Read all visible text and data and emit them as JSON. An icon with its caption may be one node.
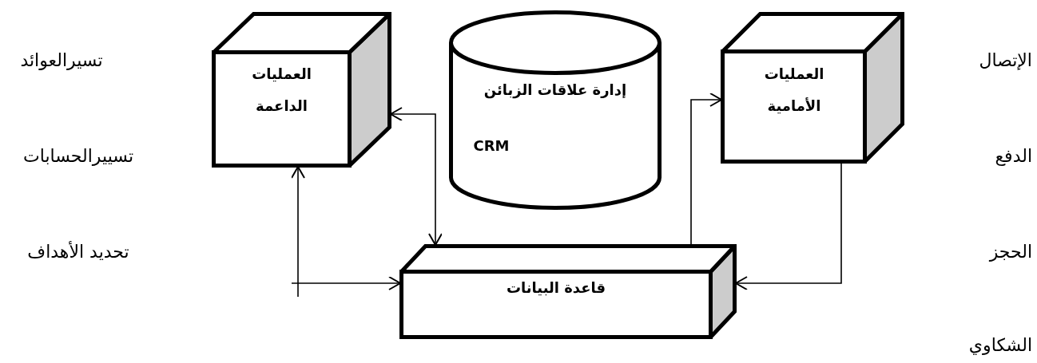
{
  "diagram": {
    "nodes": [
      {
        "text": [
          "العمليات الداعمة"
        ]
      },
      {
        "text": [
          "إدارة علاقات الزبائن",
          "CRM"
        ]
      },
      {
        "text": [
          "العمليات الأمامية"
        ]
      },
      {
        "text": [
          "قاعدة البيانات"
        ]
      }
    ],
    "edges": [
      {
        "from": 0,
        "to": 3,
        "arrow": "both"
      },
      {
        "from": 3,
        "to": 2,
        "arrow": "to"
      },
      {
        "from": 2,
        "to": 3,
        "arrow": "to"
      },
      {
        "from": null,
        "to": 0,
        "arrow": "to"
      },
      {
        "from": null,
        "to": 3,
        "arrow": "to"
      }
    ],
    "labels": [
      "الإتصال",
      "تسيرالعوائد",
      "الدفع",
      "تسييرالحسابات",
      "الحجز",
      "تحديد الأهداف",
      "الشكاوي"
    ]
  }
}
